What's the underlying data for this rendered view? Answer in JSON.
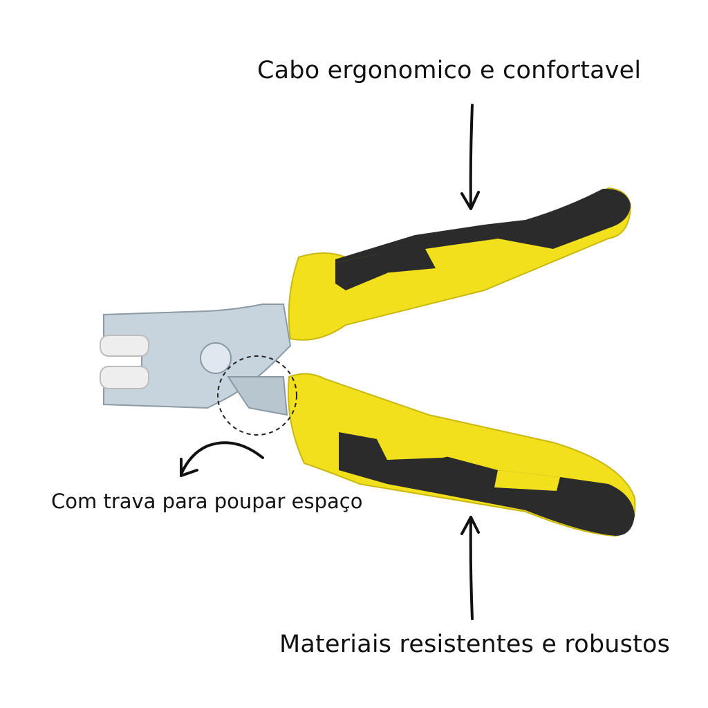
{
  "annotations": {
    "top": "Cabo ergonomico e confortavel",
    "left": "Com trava para poupar espaço",
    "bottom": "Materiais resistentes e robustos"
  },
  "colors": {
    "handle_yellow": "#f2e01c",
    "handle_black": "#2b2b2b",
    "metal": "#c7d4dd",
    "roller": "#eeeeee",
    "ink": "#111111"
  },
  "icons": [
    "pliers-image",
    "arrow-down-icon",
    "arrow-up-icon",
    "curved-arrow-icon",
    "dashed-circle-highlight"
  ]
}
